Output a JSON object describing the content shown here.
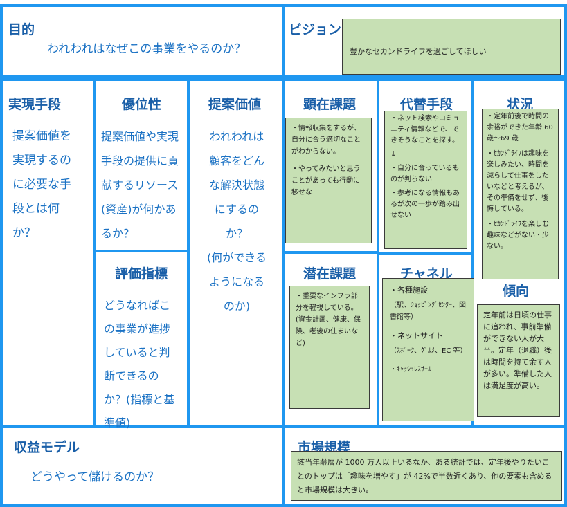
{
  "purpose": {
    "title": "目的",
    "text": "われわれはなぜこの事業をやるのか？"
  },
  "vision": {
    "title": "ビジョン",
    "note": "豊かなセカンドライフを過ごしてほしい"
  },
  "means": {
    "title": "実現手段",
    "lines": [
      "提案価値を",
      "実現するの",
      "に必要な手",
      "段とは何",
      "か？"
    ]
  },
  "advantage": {
    "title": "優位性",
    "lines": [
      "提案価値や実現",
      "手段の提供に貢",
      "献するリソース",
      "(資産)が何かあ",
      "るか？"
    ]
  },
  "kpi": {
    "title": "評価指標",
    "lines": [
      "どうなればこ",
      "の事業が進捗",
      "していると判",
      "断できるの",
      "か？(指標と基",
      "準値)"
    ]
  },
  "value": {
    "title": "提案価値",
    "lines": [
      "われわれは",
      "顧客をどん",
      "な解決状態",
      "にするの",
      "か？",
      "(何ができる",
      "ようになる",
      "のか)"
    ]
  },
  "explicit": {
    "title": "顕在課題",
    "notes": [
      "・情報収集をするが、自分に合う適切なことがわからない。",
      "・やってみたいと思うことがあっても行動に移せな"
    ]
  },
  "alternative": {
    "title": "代替手段",
    "notes": [
      "・ネット検索やコミュニティ情報などで、できそうなことを探す。",
      "↓",
      "・自分に合っているものが判らない",
      "・参考になる情報もあるが次の一歩が踏み出せない"
    ]
  },
  "situation": {
    "title": "状況",
    "notes": [
      "・定年前後で時間の余裕ができた年齢 60 歳～69 歳",
      "・ｾｶﾝﾄﾞﾗｲﾌは趣味を楽しみたい、時間を減らして仕事をしたいなどと考えるが、その準備をせず、後悔している。",
      "・ｾｶﾝﾄﾞﾗｲﾌを楽しむ趣味などがない・少ない。"
    ]
  },
  "latent": {
    "title": "潜在課題",
    "note": "・重要なインフラ部分を軽視している。(資金計画、健康、保険、老後の住まいなど)"
  },
  "channel": {
    "title": "チャネル",
    "notes": [
      "・各種施設",
      "（駅、ｼｮｯﾋﾟﾝｸﾞｾﾝﾀｰ、図書館等）",
      "・ネットサイト",
      "（ｽﾎﾟｰﾂ、ｸﾞﾙﾒ、EC 等）",
      "・ｷｬｯｼｭﾚｽｻｰﾙ"
    ]
  },
  "trend": {
    "title": "傾向",
    "note": "定年前は日頃の仕事に追われ、事前準備ができない人が大半。定年（退職）後は時間を持て余す人が多い。準備した人は満足度が高い。"
  },
  "revenue": {
    "title": "収益モデル",
    "text": "どうやって儲けるのか？"
  },
  "market": {
    "title": "市場規模",
    "note": "該当年齢層が 1000 万人以上いるなか、ある統計では、定年後やりたいことのトップは「趣味を増やす」が 42%で半数近くあり、他の要素も含めると市場規模は大きい。"
  },
  "colors": {
    "border": "#1f97f0",
    "heading": "#1a5fa8",
    "body_text": "#1b72c4",
    "sticky_note": "#c7e0b4"
  }
}
